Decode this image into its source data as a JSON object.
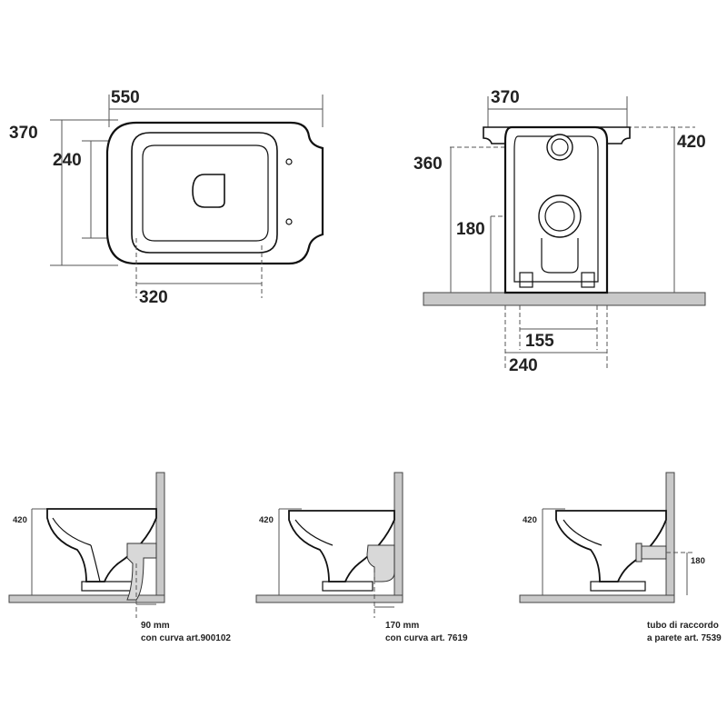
{
  "top_view": {
    "width_label": "550",
    "depth_label": "370",
    "inner_label": "240",
    "fixing_label": "320"
  },
  "front_view": {
    "width_label": "370",
    "height_label": "420",
    "drain_height_label": "360",
    "inlet_height_label": "180",
    "base_inner_label": "155",
    "base_outer_label": "240"
  },
  "side_views": [
    {
      "height_label": "420",
      "caption_line1": "90 mm",
      "caption_line2": "con curva art.900102"
    },
    {
      "height_label": "420",
      "caption_line1": "170 mm",
      "caption_line2": "con curva art. 7619"
    },
    {
      "height_label": "420",
      "pipe_height_label": "180",
      "caption_line1": "tubo di raccordo",
      "caption_line2": "a parete art. 7539"
    }
  ]
}
